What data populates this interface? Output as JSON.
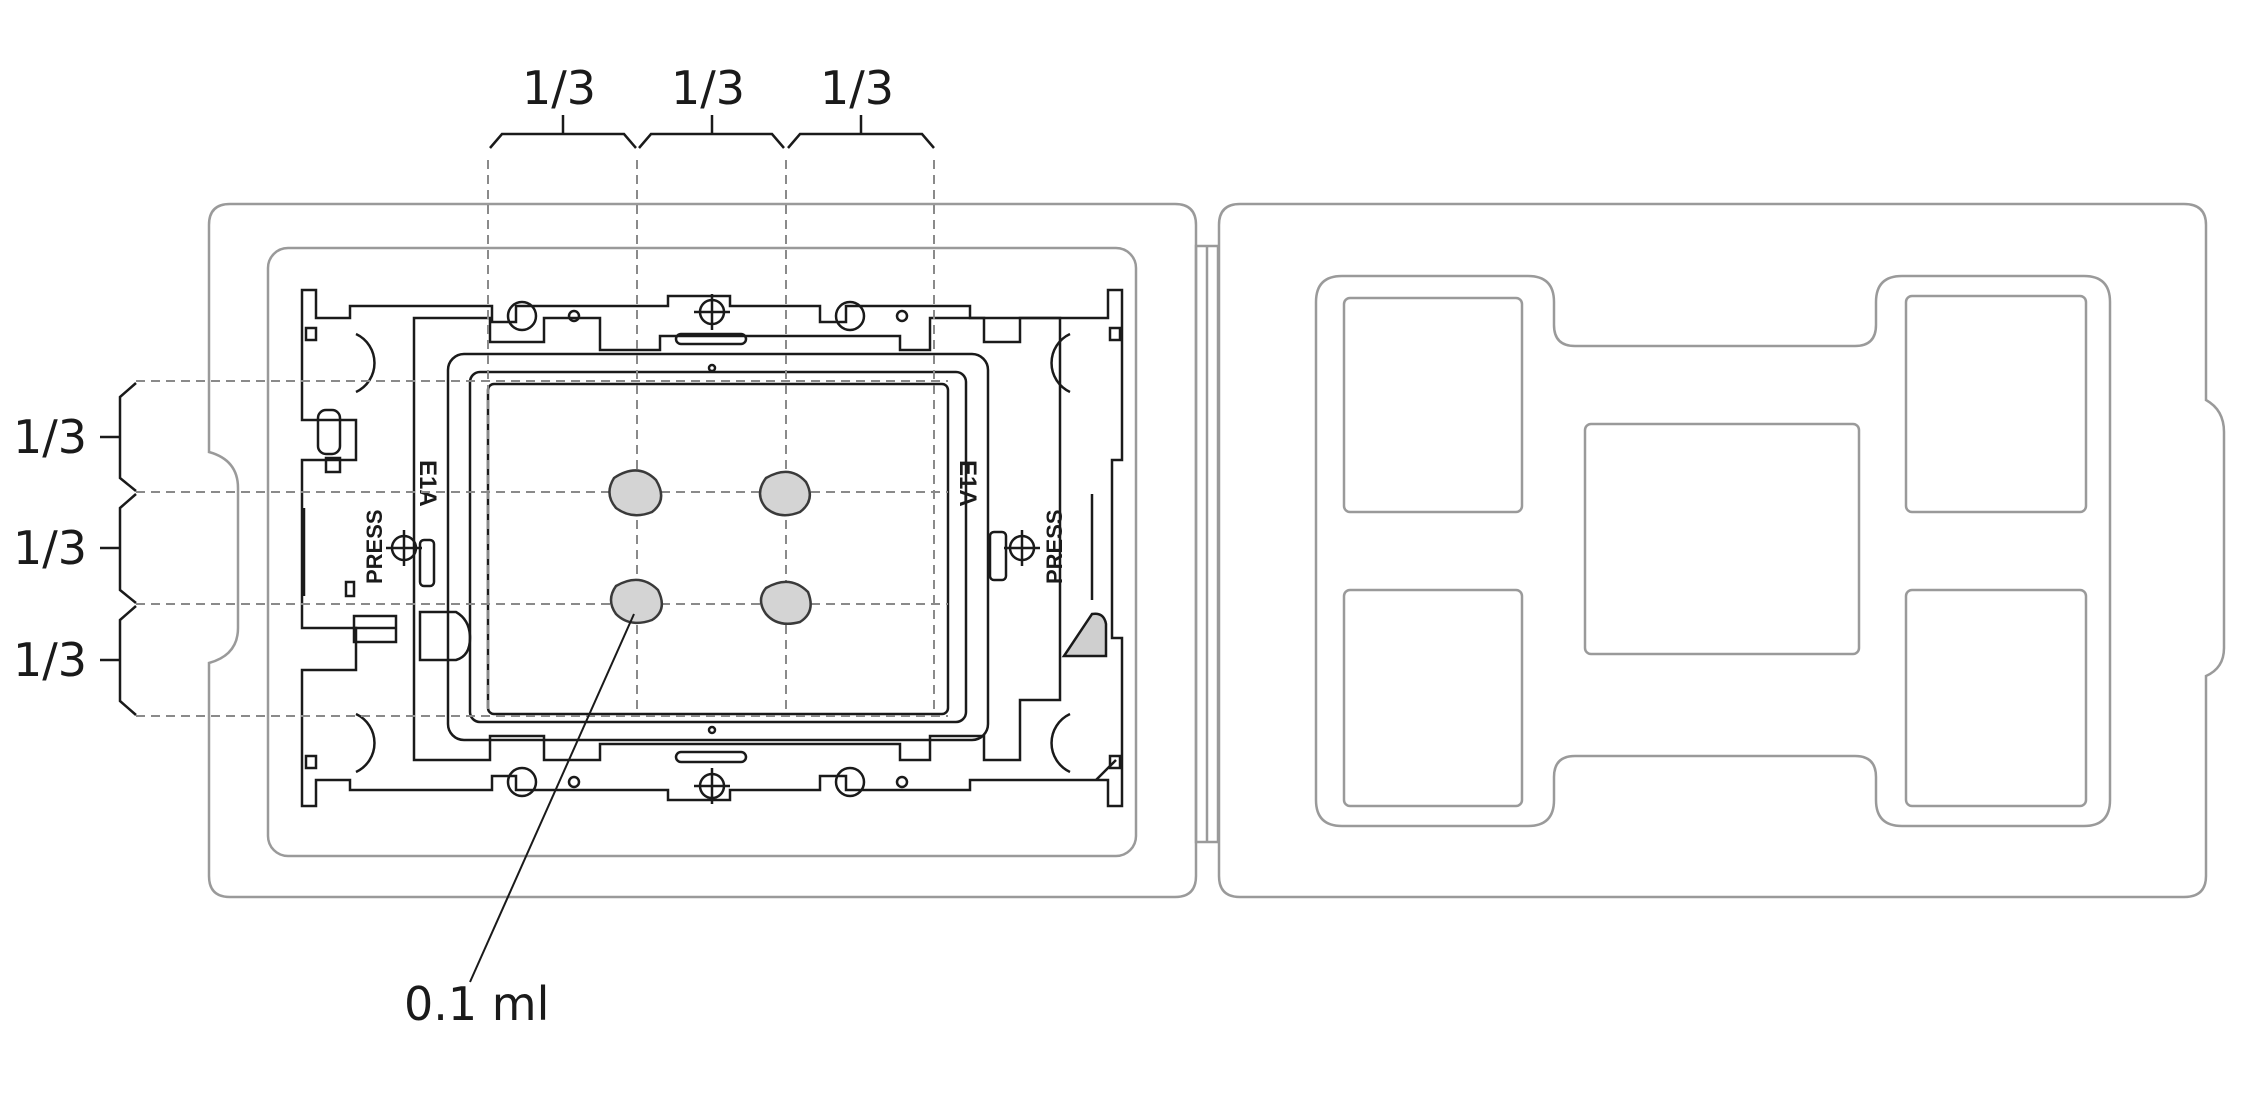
{
  "diagram": {
    "column_labels": [
      "1/3",
      "1/3",
      "1/3"
    ],
    "row_labels": [
      "1/3",
      "1/3",
      "1/3"
    ],
    "dot_volume_label": "0.1 ml",
    "press_label_left": "PRESS",
    "press_label_right": "PRESS",
    "socket_mark_left": "E1A",
    "socket_mark_right": "E1A",
    "colors": {
      "outline": "#1a1a1a",
      "tray_outline": "#9a9a9a",
      "dashed_guide": "#8a8a8a",
      "paste_dot_fill": "#d4d4d4",
      "paste_dot_stroke": "#3a3a3a"
    }
  }
}
